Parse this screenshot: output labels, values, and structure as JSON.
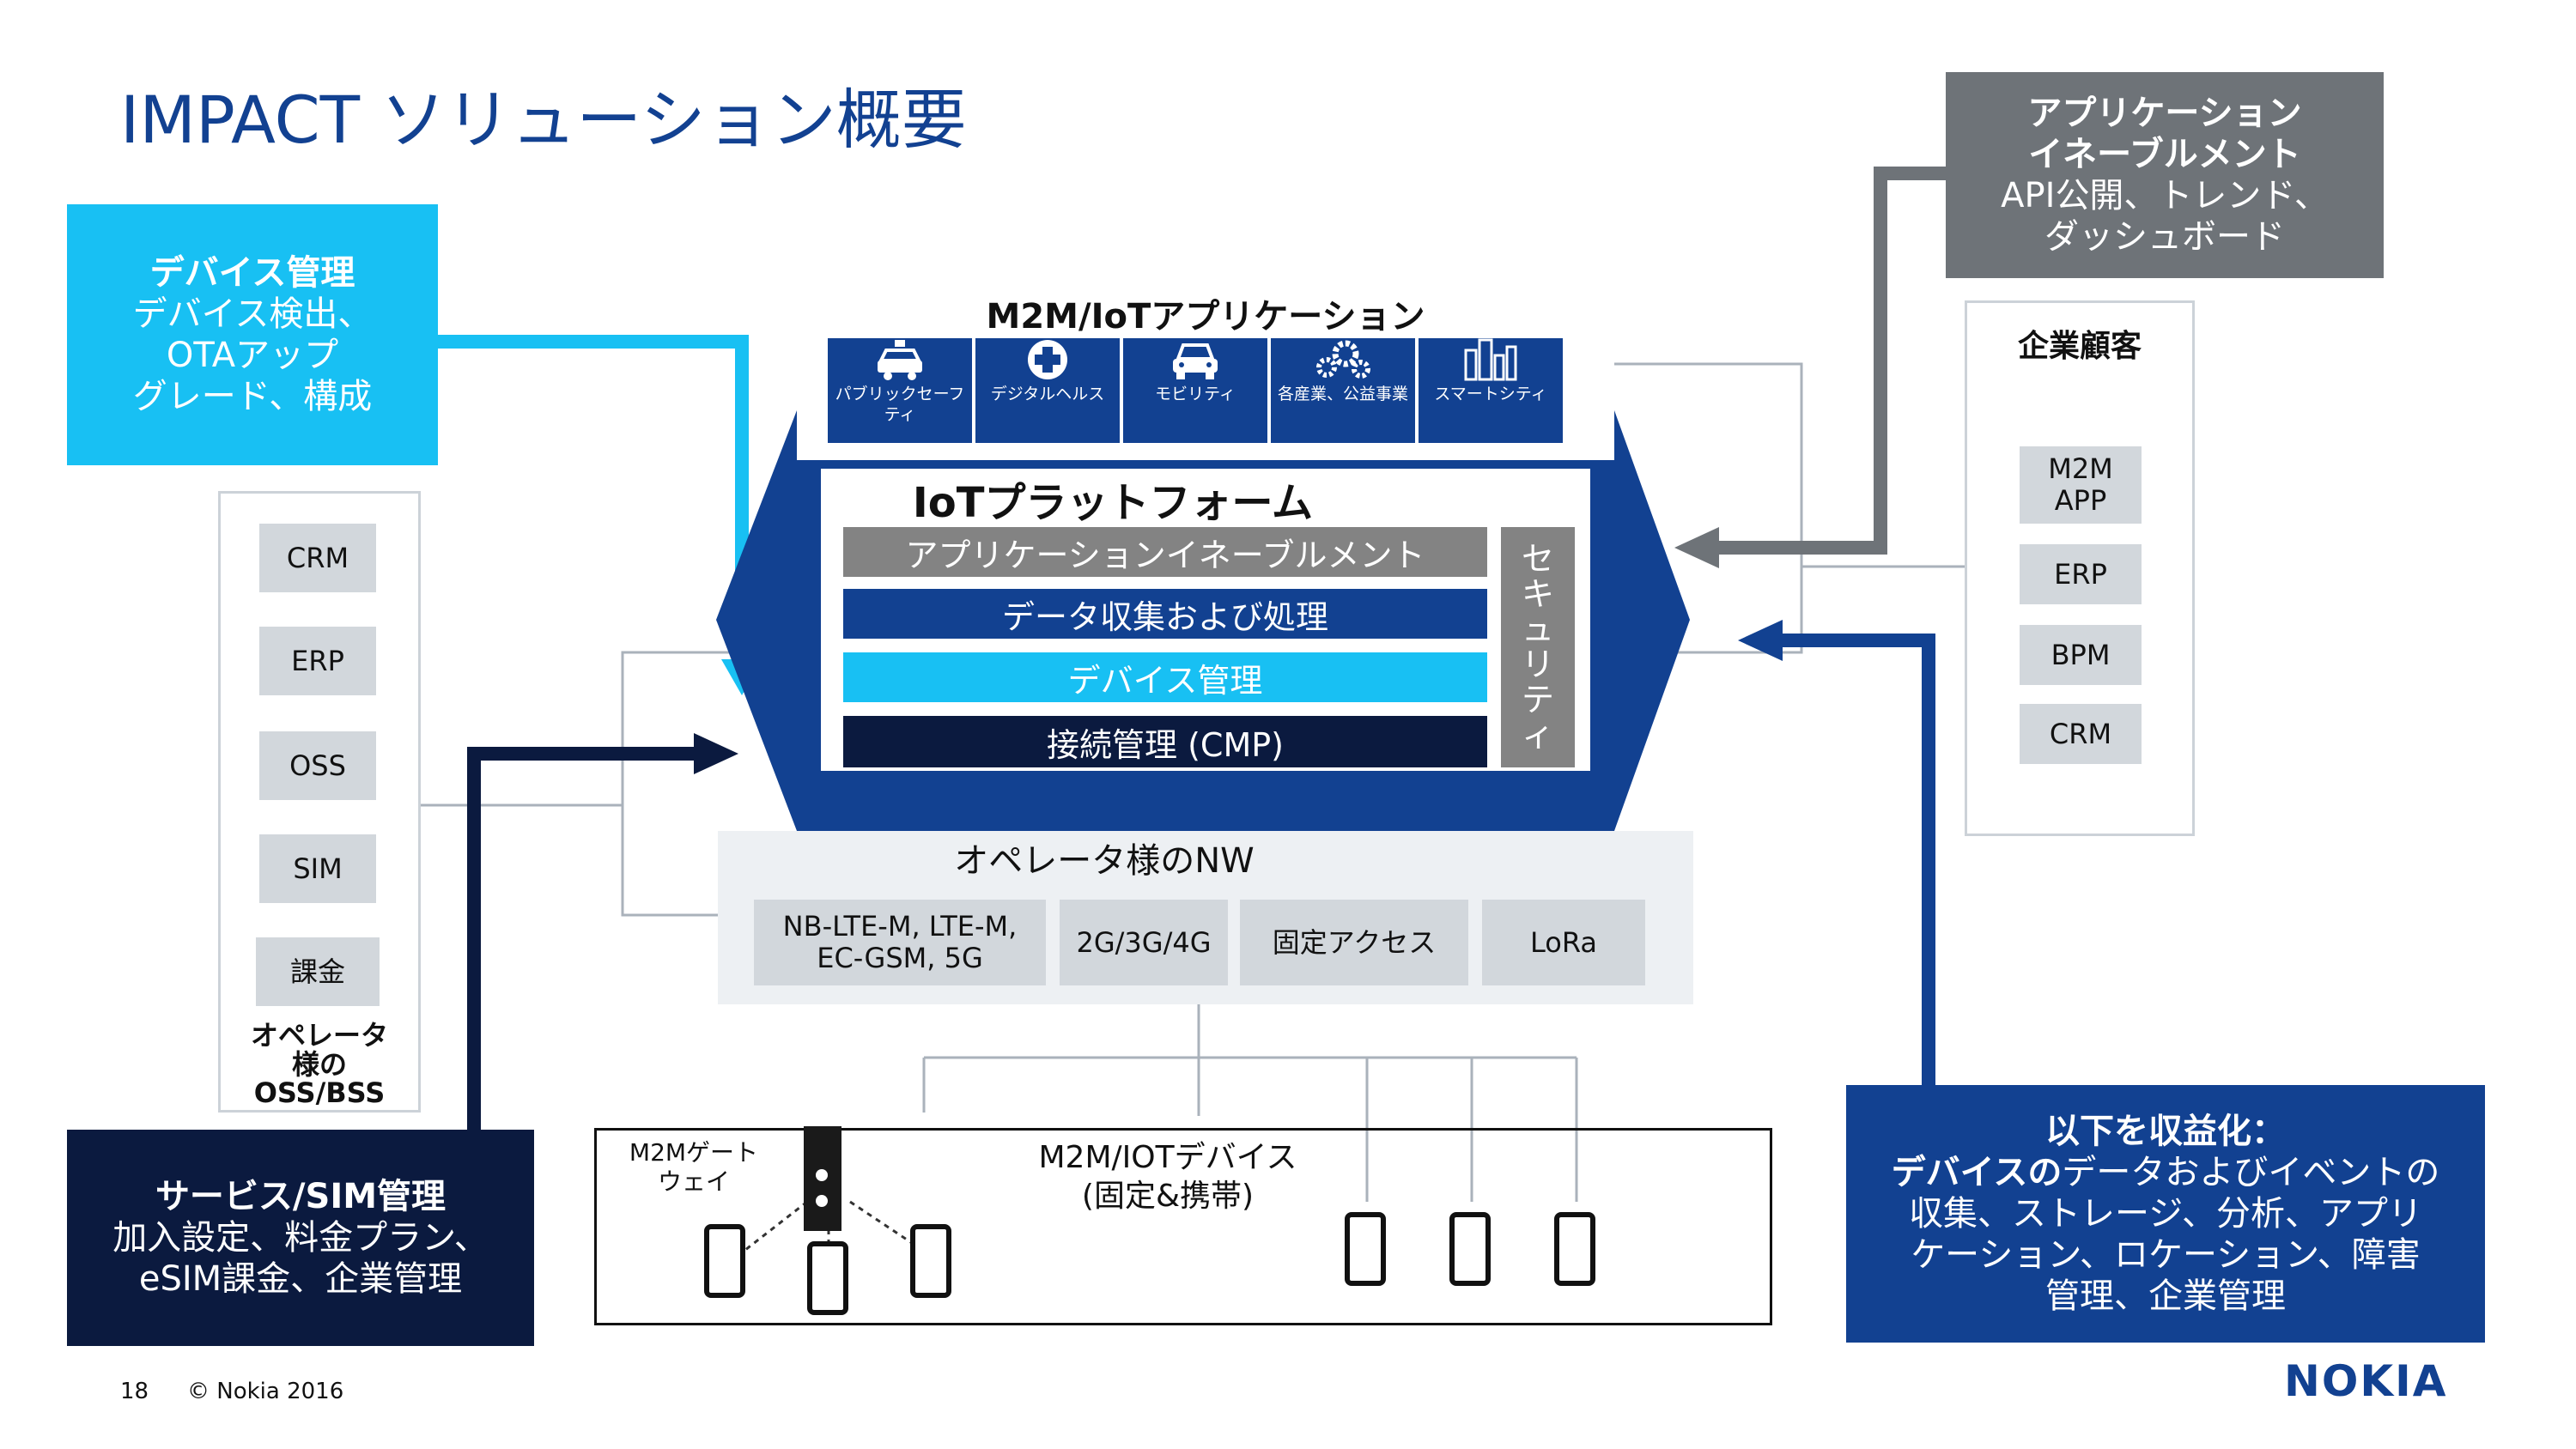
{
  "title": "IMPACT ソリューション概要",
  "callouts": {
    "device_mgmt": {
      "heading": "デバイス管理",
      "line1": "デバイス検出、",
      "line2": "OTAアップ",
      "line3": "グレード、構成"
    },
    "app_enablement": {
      "heading1": "アプリケーション",
      "heading2": "イネーブルメント",
      "line1": "API公開、トレンド、",
      "line2": "ダッシュボード"
    },
    "service_sim": {
      "heading": "サービス/SIM管理",
      "line1": "加入設定、料金プラン、",
      "line2": "eSIM課金、企業管理"
    },
    "monetize": {
      "heading": "以下を収益化：",
      "line1_bold": "デバイスの",
      "line1_rest": "データおよびイベントの",
      "line2": "収集、ストレージ、分析、アプリ",
      "line3": "ケーション、ロケーション、障害",
      "line4": "管理、企業管理"
    }
  },
  "m2m_apps": {
    "header": "M2M/IoTアプリケーション",
    "items": [
      {
        "label": "パブリックセーフティ",
        "icon": "police-car-icon"
      },
      {
        "label": "デジタルヘルス",
        "icon": "medical-cross-icon"
      },
      {
        "label": "モビリティ",
        "icon": "car-icon"
      },
      {
        "label": "各産業、公益事業",
        "icon": "gears-icon"
      },
      {
        "label": "スマートシティ",
        "icon": "city-buildings-icon"
      }
    ]
  },
  "iot_platform": {
    "title": "IoTプラットフォーム",
    "layers": {
      "app_enablement": "アプリケーションイネーブルメント",
      "data": "データ収集および処理",
      "device": "デバイス管理",
      "connectivity": "接続管理 (CMP)"
    },
    "security_chars": [
      "セ",
      "キ",
      "ュ",
      "リ",
      "テ",
      "ィ"
    ]
  },
  "operator_oss": {
    "items": [
      "CRM",
      "ERP",
      "OSS",
      "SIM",
      "課金"
    ],
    "label1": "オペレータ",
    "label2": "様の",
    "label3": "OSS/BSS"
  },
  "enterprise": {
    "header": "企業顧客",
    "items": [
      "M2M\nAPP",
      "ERP",
      "BPM",
      "CRM"
    ]
  },
  "operator_nw": {
    "title": "オペレータ様のNW",
    "items": [
      "NB-LTE-M, LTE-M,\nEC-GSM, 5G",
      "2G/3G/4G",
      "固定アクセス",
      "LoRa"
    ]
  },
  "devices": {
    "gateway_label1": "M2Mゲート",
    "gateway_label2": "ウェイ",
    "title1": "M2M/IOTデバイス",
    "title2": "(固定&携帯)"
  },
  "footer": {
    "page": "18",
    "copyright": "© Nokia 2016",
    "logo": "NOKIA"
  },
  "colors": {
    "nokia_blue": "#124191",
    "cyan": "#18c0f3",
    "navy": "#0b1a3f",
    "gray_callout": "#6e7378",
    "layer_gray": "#838383",
    "light_box": "#d2d7dc"
  }
}
